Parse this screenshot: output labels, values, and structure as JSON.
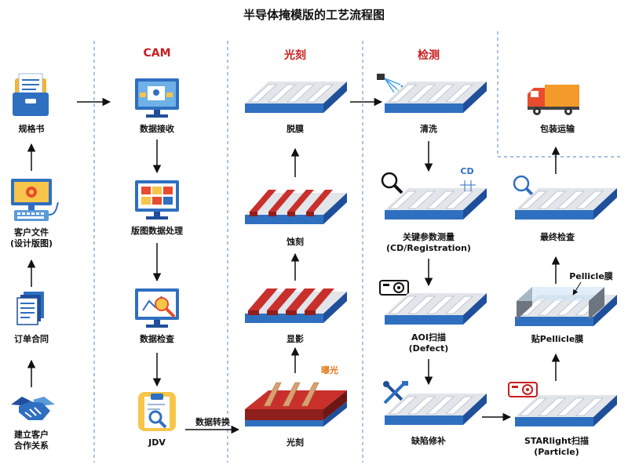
{
  "title": "半导体掩模版的工艺流程图",
  "sections": {
    "cam": "CAM",
    "litho": "光刻",
    "inspect": "检测"
  },
  "steps": {
    "spec": "规格书",
    "customer_file_1": "客户文件",
    "customer_file_2": "(设计版图)",
    "order": "订单合同",
    "client_1": "建立客户",
    "client_2": "合作关系",
    "data_receive": "数据接收",
    "layout_process": "版图数据处理",
    "data_check": "数据检查",
    "jdv": "JDV",
    "data_convert": "数据转换",
    "strip": "脱膜",
    "etch": "蚀刻",
    "develop": "显影",
    "expose_step": "光刻",
    "expose_label": "曝光",
    "clean": "清洗",
    "cd_measure_1": "关键参数测量",
    "cd_measure_2": "(CD/Registration)",
    "cd_tag": "CD",
    "aoi_1": "AOI扫描",
    "aoi_2": "(Defect)",
    "repair": "缺陷修补",
    "starlight_1": "STARlight扫描",
    "starlight_2": "(Particle)",
    "pellicle_step": "贴Pellicle膜",
    "pellicle_tag": "Pellicle膜",
    "final_check": "最终检查",
    "packing": "包装运输"
  },
  "colors": {
    "accent_red": "#c81e1e",
    "stripe_grey": "#d3d7de",
    "substrate_blue": "#2f6fc0",
    "photoresist_red": "#c9302c",
    "resist_tan": "#d8a070",
    "divider": "#6f9bd0"
  },
  "icons": {
    "spec": "document-folder-icon",
    "customer_file": "computer-gear-icon",
    "order": "contract-document-icon",
    "client": "handshake-icon",
    "data_receive": "monitor-data-icon",
    "layout_process": "monitor-grid-icon",
    "data_check": "monitor-magnifier-icon",
    "jdv": "clipboard-magnifier-icon",
    "clean": "spray-nozzle-icon",
    "cd_measure": "magnifier-icon",
    "aoi": "scanner-camera-icon",
    "repair": "tools-icon",
    "starlight": "scanner-camera-icon",
    "final_check": "magnifier-icon",
    "packing": "delivery-truck-icon"
  }
}
